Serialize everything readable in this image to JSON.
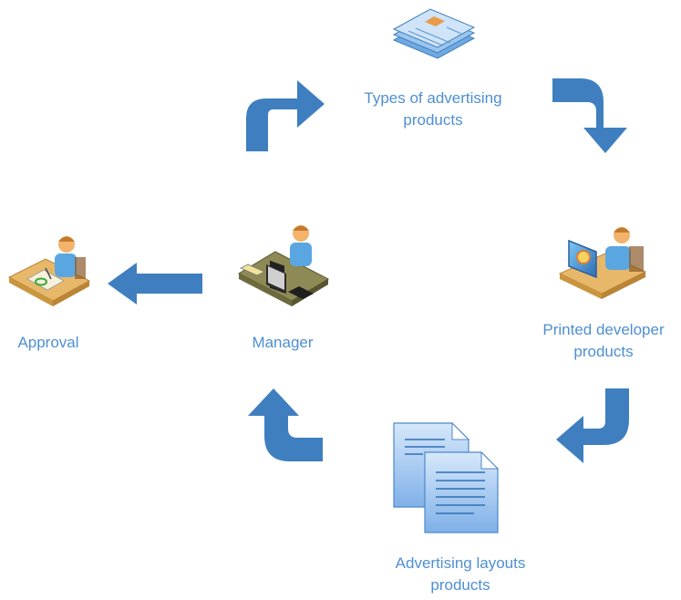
{
  "nodes": {
    "types": {
      "line1": "Types of advertising",
      "line2": "products",
      "icon": "stacked-documents-icon"
    },
    "printed": {
      "line1": "Printed developer",
      "line2": "products",
      "icon": "designer-at-monitor-icon"
    },
    "layouts": {
      "line1": "Advertising layouts",
      "line2": "products",
      "icon": "documents-icon"
    },
    "manager": {
      "label": "Manager",
      "icon": "manager-at-desk-icon"
    },
    "approval": {
      "label": "Approval",
      "icon": "signing-person-icon"
    }
  },
  "colors": {
    "arrow": "#3f7fbf",
    "text": "#4e8fd4",
    "skin": "#f2b46d",
    "shirt": "#5aa6e0",
    "desk": "#e8b86a"
  }
}
